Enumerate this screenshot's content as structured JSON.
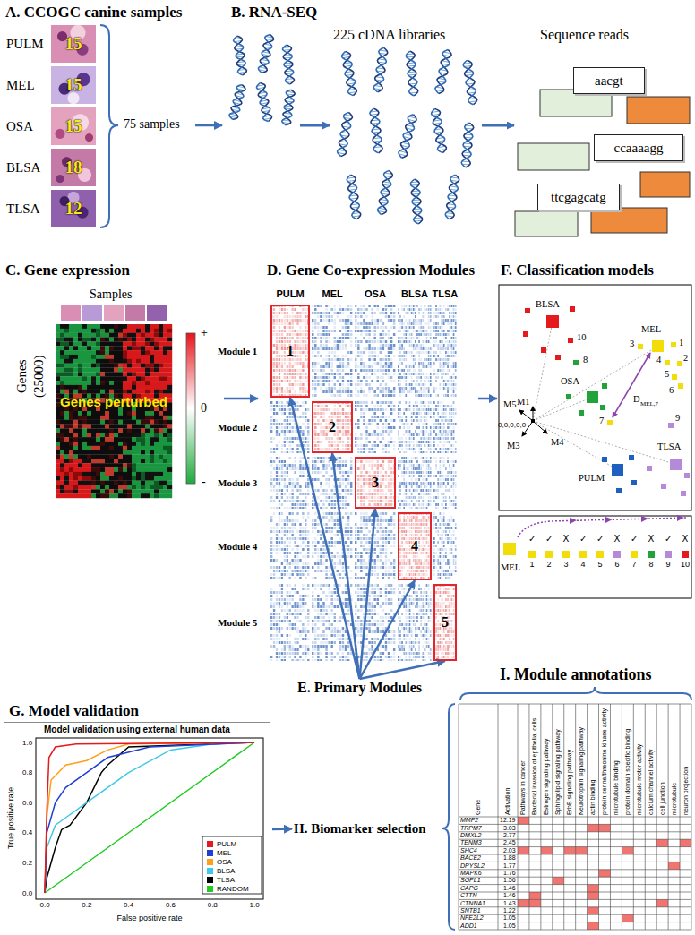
{
  "diagram": {
    "nodes": [
      {
        "text": [
          "A. CCOGC canine samples"
        ]
      },
      {
        "text": [
          "PULM",
          "15"
        ],
        "in": 0
      },
      {
        "text": [
          "MEL",
          "15"
        ],
        "in": 0
      },
      {
        "text": [
          "OSA",
          "15"
        ],
        "in": 0
      },
      {
        "text": [
          "BLSA",
          "18"
        ],
        "in": 0
      },
      {
        "text": [
          "TLSA",
          "12"
        ],
        "in": 0
      },
      {
        "text": [
          "B. RNA-SEQ"
        ]
      },
      {
        "text": [
          "aacgt"
        ],
        "in": 6
      },
      {
        "text": [
          "ccaaaagg"
        ],
        "in": 6
      },
      {
        "text": [
          "ttcgagcatg"
        ],
        "in": 6
      },
      {
        "text": [
          "C. Gene expression"
        ]
      },
      {
        "text": [
          "D. Gene Co-expression Modules"
        ]
      },
      {
        "text": [
          "1"
        ],
        "in": 11
      },
      {
        "text": [
          "2"
        ],
        "in": 11
      },
      {
        "text": [
          "3"
        ],
        "in": 11
      },
      {
        "text": [
          "4"
        ],
        "in": 11
      },
      {
        "text": [
          "5"
        ],
        "in": 11
      },
      {
        "text": [
          "E. Primary Modules"
        ]
      },
      {
        "text": [
          "F. Classification models"
        ]
      },
      {
        "text": [
          "G. Model validation"
        ]
      },
      {
        "text": [
          "Model validation using external human data"
        ],
        "in": 19
      },
      {
        "text": [
          "H. Biomarker selection"
        ]
      },
      {
        "text": [
          "I. Module annotations"
        ]
      }
    ],
    "edges": [
      {
        "from": 0,
        "to": 6,
        "arrow": "to"
      },
      {
        "from": 10,
        "to": 11,
        "arrow": "to"
      },
      {
        "from": 11,
        "to": 18,
        "arrow": "to"
      },
      {
        "from": 17,
        "to": 12,
        "arrow": "to"
      },
      {
        "from": 17,
        "to": 13,
        "arrow": "to"
      },
      {
        "from": 17,
        "to": 14,
        "arrow": "to"
      },
      {
        "from": 17,
        "to": 15,
        "arrow": "to"
      },
      {
        "from": 17,
        "to": 16,
        "arrow": "to"
      },
      {
        "from": 19,
        "to": 21,
        "arrow": "to"
      }
    ],
    "labels": [
      "75 samples",
      "225 cDNA libraries",
      "Sequence reads",
      "Samples",
      "Genes",
      "(25000)",
      "Genes perturbed",
      "+",
      "0",
      "-",
      "PULM",
      "MEL",
      "OSA",
      "BLSA",
      "TLSA",
      "Module 1",
      "Module 2",
      "Module 3",
      "Module 4",
      "Module 5",
      "BLSA",
      "10",
      "8",
      "OSA",
      "7",
      "MEL",
      "1",
      "3",
      "4",
      "2",
      "5",
      "6",
      "D",
      "MEL,7",
      "9",
      "TLSA",
      "PULM",
      "M1",
      "M5",
      "0,0,0,0,0",
      "M3",
      "M4",
      "MEL",
      "1",
      "2",
      "3",
      "4",
      "5",
      "6",
      "7",
      "8",
      "9",
      "10",
      "✓",
      "✓",
      "X",
      "✓",
      "✓",
      "X",
      "✓",
      "X",
      "✓",
      "X",
      "True positive rate",
      "False positive rate",
      "0.0",
      "0.2",
      "0.4",
      "0.6",
      "0.8",
      "1.0",
      "0.0",
      "0.2",
      "0.4",
      "0.6",
      "0.8",
      "1.0",
      "Gene",
      "Activation",
      "Pathways in cancer",
      "Bacterial invasion of epithelial cells",
      "Estrogen signaling pathway",
      "Sphingolipid signaling pathway",
      "ErbB signaling pathway",
      "Neurotrophin signaling pathway",
      "actin binding",
      "protein serine/threonine kinase activity",
      "microtubule binding",
      "protein domain specific binding",
      "microtubule motor activity",
      "calcium channel activity",
      "cell junction",
      "microtubule",
      "neuron projection",
      "MMP2",
      "12.19",
      "TRPM7",
      "3.03",
      "DMXL2",
      "2.77",
      "TENM3",
      "2.45",
      "SHC4",
      "2.03",
      "BACE2",
      "1.88",
      "DPYSL2",
      "1.77",
      "MAPK6",
      "1.76",
      "SGPL1",
      "1.56",
      "CAPG",
      "1.46",
      "CTTN",
      "1.46",
      "CTNNA1",
      "1.43",
      "SNTB1",
      "1.22",
      "NFE2L2",
      "1.05",
      "ADD1",
      "1.05"
    ],
    "legend": [
      {
        "text": "PULM",
        "color": "#e41a1c"
      },
      {
        "text": "MEL",
        "color": "#1f3fd6"
      },
      {
        "text": "OSA",
        "color": "#ff9f1a"
      },
      {
        "text": "BLSA",
        "color": "#3fc8e8"
      },
      {
        "text": "TLSA",
        "color": "#000000"
      },
      {
        "text": "RANDOM",
        "color": "#22cc22"
      }
    ]
  }
}
